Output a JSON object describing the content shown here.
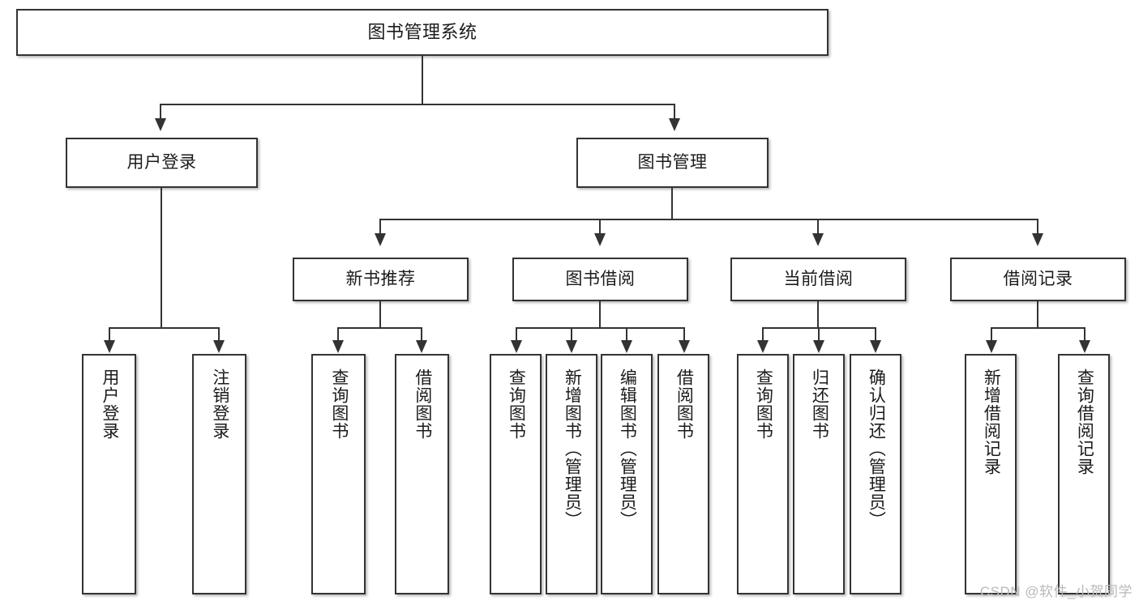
{
  "diagram": {
    "type": "tree-hierarchy",
    "title": "图书管理系统",
    "root": {
      "label": "图书管理系统"
    },
    "level2": [
      {
        "id": "user-login",
        "label": "用户登录"
      },
      {
        "id": "book-management",
        "label": "图书管理"
      }
    ],
    "level3": [
      {
        "id": "new-book-recommend",
        "label": "新书推荐",
        "parent": "book-management"
      },
      {
        "id": "book-borrow",
        "label": "图书借阅",
        "parent": "book-management"
      },
      {
        "id": "current-borrow",
        "label": "当前借阅",
        "parent": "book-management"
      },
      {
        "id": "borrow-record",
        "label": "借阅记录",
        "parent": "book-management"
      }
    ],
    "leaves": [
      {
        "id": "leaf-user-login",
        "label": "用户登录",
        "parent": "user-login"
      },
      {
        "id": "leaf-logout",
        "label": "注销登录",
        "parent": "user-login"
      },
      {
        "id": "leaf-query-book-1",
        "label": "查询图书",
        "parent": "new-book-recommend"
      },
      {
        "id": "leaf-borrow-book-1",
        "label": "借阅图书",
        "parent": "new-book-recommend"
      },
      {
        "id": "leaf-query-book-2",
        "label": "查询图书",
        "parent": "book-borrow"
      },
      {
        "id": "leaf-add-book",
        "label": "新增图书（管理员）",
        "parent": "book-borrow"
      },
      {
        "id": "leaf-edit-book",
        "label": "编辑图书（管理员）",
        "parent": "book-borrow"
      },
      {
        "id": "leaf-borrow-book-2",
        "label": "借阅图书",
        "parent": "book-borrow"
      },
      {
        "id": "leaf-query-book-3",
        "label": "查询图书",
        "parent": "current-borrow"
      },
      {
        "id": "leaf-return-book",
        "label": "归还图书",
        "parent": "current-borrow"
      },
      {
        "id": "leaf-confirm-return",
        "label": "确认归还（管理员）",
        "parent": "current-borrow"
      },
      {
        "id": "leaf-add-record",
        "label": "新增借阅记录",
        "parent": "borrow-record"
      },
      {
        "id": "leaf-query-record",
        "label": "查询借阅记录",
        "parent": "borrow-record"
      }
    ]
  },
  "watermark": {
    "text": "CSDN @软件_小贺同学"
  },
  "colors": {
    "stroke": "#333333",
    "background": "#ffffff",
    "text": "#1b1b1b",
    "watermark": "#b9b9b9"
  }
}
